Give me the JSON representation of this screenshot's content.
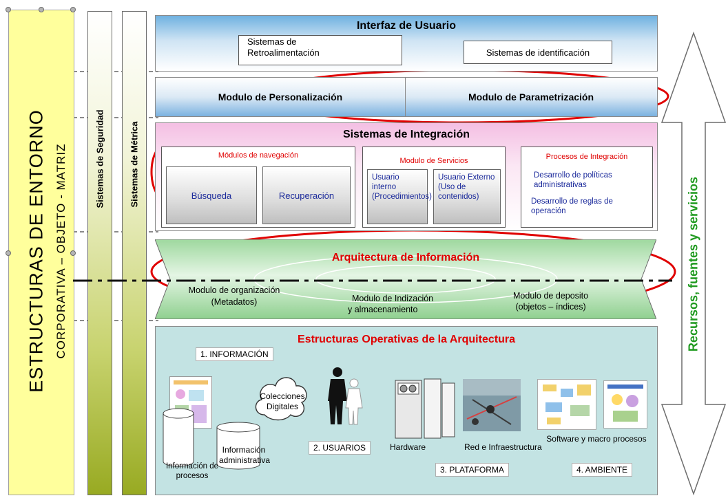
{
  "entorno": {
    "title": "ESTRUCTURAS DE ENTORNO",
    "subtitle": "CORPORATIVA – OBJETO - MATRIZ"
  },
  "bars": {
    "seguridad": "Sistemas de Seguridad",
    "metrica": "Sistemas de Métrica"
  },
  "interfaz": {
    "title": "Interfaz de Usuario",
    "retro_line1": "Sistemas de",
    "retro_line2": "Retroalimentación",
    "identificacion": "Sistemas de identificación"
  },
  "modulos": {
    "personalizacion": "Modulo de Personalización",
    "parametrizacion": "Modulo de Parametrización"
  },
  "integracion": {
    "title": "Sistemas de Integración",
    "navegacion": {
      "title": "Módulos de navegación",
      "busqueda": "Búsqueda",
      "recuperacion": "Recuperación"
    },
    "servicios": {
      "title": "Modulo de Servicios",
      "interno": "Usuario interno (Procedimientos)",
      "externo": "Usuario Externo (Uso de contenidos)"
    },
    "procesos": {
      "title": "Procesos de Integración",
      "politicas": "Desarrollo de políticas administrativas",
      "reglas": "Desarrollo de reglas de operación"
    }
  },
  "arquitectura": {
    "title": "Arquitectura de Información",
    "organizacion": "Modulo de organización (Metadatos)",
    "indizacion_line1": "Modulo de Indización",
    "indizacion_line2": "y almacenamiento",
    "deposito_line1": "Modulo de deposito",
    "deposito_line2": "(objetos – índices)"
  },
  "operativas": {
    "title": "Estructuras Operativas de la Arquitectura",
    "informacion": "1. INFORMACIÓN",
    "colecciones": "Colecciones Digitales",
    "info_admin": "Información administrativa",
    "info_procesos": "Información de procesos",
    "usuarios": "2. USUARIOS",
    "hardware": "Hardware",
    "red": "Red e Infraestructura",
    "plataforma": "3. PLATAFORMA",
    "software": "Software y macro procesos",
    "ambiente": "4. AMBIENTE"
  },
  "recursos": {
    "label": "Recursos, fuentes y servicios"
  },
  "colors": {
    "red_accent": "#e00000",
    "green_text": "#1f9a1f",
    "navy_text": "#1b2a9b"
  }
}
